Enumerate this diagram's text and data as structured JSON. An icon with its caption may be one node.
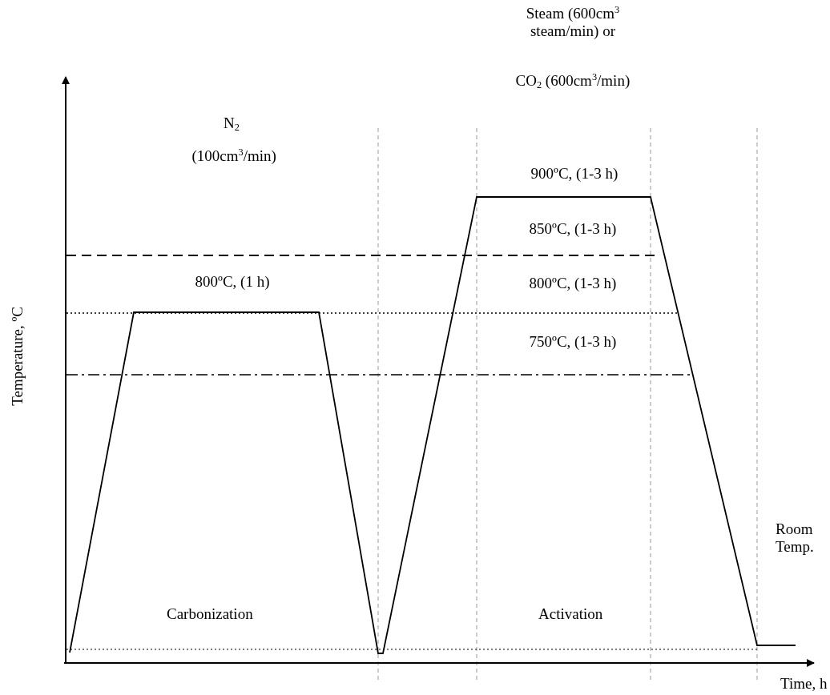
{
  "diagram": {
    "labels": [
      "Steam (600cm$^{3}$ steam/min)  or",
      "CO$_{2}$ (600cm$^{3}$/min)",
      "N$_{2}$",
      "(100cm$^{3}$/min)",
      "900ºC, (1-3  h)",
      "850ºC, (1-3  h)",
      "800ºC, (1 h)",
      "800ºC, (1-3 h)",
      "750ºC, (1-3 h)",
      "Temperature, ºC",
      "Room Temp.",
      "Carbonization",
      "Activation",
      "Time, h"
    ]
  }
}
